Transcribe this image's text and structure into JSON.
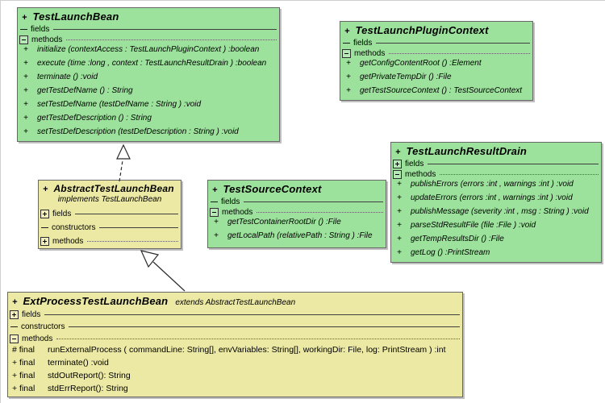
{
  "colors": {
    "interface_fill": "#9CE29C",
    "class_fill": "#ECE9A4",
    "box_border": "#676767",
    "text": "#000000"
  },
  "classes": [
    {
      "title_prefix": "+",
      "title": "TestLaunchBean",
      "sections": [
        {
          "label": "fields",
          "state": "collapsed",
          "icon": "dash"
        },
        {
          "label": "methods",
          "state": "expanded",
          "icon": "minus-box"
        }
      ],
      "methods": [
        {
          "vis": "+",
          "sig": "initialize (contextAccess : TestLaunchPluginContext ) :boolean"
        },
        {
          "vis": "+",
          "sig": "execute (time :long ,  context : TestLaunchResultDrain ) :boolean"
        },
        {
          "vis": "+",
          "sig": "terminate () :void"
        },
        {
          "vis": "+",
          "sig": "getTestDefName () : String"
        },
        {
          "vis": "+",
          "sig": "setTestDefName (testDefName : String ) :void"
        },
        {
          "vis": "+",
          "sig": "getTestDefDescription () : String"
        },
        {
          "vis": "+",
          "sig": "setTestDefDescription (testDefDescription : String ) :void"
        }
      ]
    },
    {
      "title_prefix": "+",
      "title": "TestLaunchPluginContext",
      "sections": [
        {
          "label": "fields",
          "state": "collapsed",
          "icon": "dash"
        },
        {
          "label": "methods",
          "state": "expanded",
          "icon": "minus-box"
        }
      ],
      "methods": [
        {
          "vis": "+",
          "sig": "getConfigContentRoot () :Element"
        },
        {
          "vis": "+",
          "sig": "getPrivateTempDir () :File"
        },
        {
          "vis": "+",
          "sig": "getTestSourceContext () : TestSourceContext"
        }
      ]
    },
    {
      "title_prefix": "+",
      "title": "TestLaunchResultDrain",
      "sections": [
        {
          "label": "fields",
          "state": "collapsed",
          "icon": "plus-box"
        },
        {
          "label": "methods",
          "state": "expanded",
          "icon": "minus-box"
        }
      ],
      "methods": [
        {
          "vis": "+",
          "sig": "publishErrors (errors :int ,  warnings :int ) :void"
        },
        {
          "vis": "+",
          "sig": "updateErrors (errors :int ,  warnings :int ) :void"
        },
        {
          "vis": "+",
          "sig": "publishMessage (severity :int ,  msg : String ) :void"
        },
        {
          "vis": "+",
          "sig": "parseStdResultFile (file :File ) :void"
        },
        {
          "vis": "+",
          "sig": "getTempResultsDir () :File"
        },
        {
          "vis": "+",
          "sig": "getLog () :PrintStream"
        }
      ]
    },
    {
      "title_prefix": "+",
      "title": "AbstractTestLaunchBean",
      "subtitle": "implements  TestLaunchBean",
      "sections": [
        {
          "label": "fields",
          "state": "collapsed",
          "icon": "plus-box"
        },
        {
          "label": "constructors",
          "state": "collapsed",
          "icon": "dash"
        },
        {
          "label": "methods",
          "state": "collapsed",
          "icon": "plus-box"
        }
      ],
      "methods": []
    },
    {
      "title_prefix": "+",
      "title": "TestSourceContext",
      "sections": [
        {
          "label": "fields",
          "state": "collapsed",
          "icon": "dash"
        },
        {
          "label": "methods",
          "state": "expanded",
          "icon": "minus-box"
        }
      ],
      "methods": [
        {
          "vis": "+",
          "sig": "getTestContainerRootDir () :File"
        },
        {
          "vis": "+",
          "sig": "getLocalPath (relativePath : String ) :File"
        }
      ]
    },
    {
      "title_prefix": "+",
      "title": "ExtProcessTestLaunchBean",
      "extends_note": "extends  AbstractTestLaunchBean",
      "sections": [
        {
          "label": "fields",
          "state": "collapsed",
          "icon": "plus-box"
        },
        {
          "label": "constructors",
          "state": "collapsed",
          "icon": "dash"
        },
        {
          "label": "methods",
          "state": "expanded",
          "icon": "minus-box"
        }
      ],
      "methods": [
        {
          "vis": "# final",
          "sig": "runExternalProcess ( commandLine: String[],  envVariables: String[],  workingDir: File,  log: PrintStream ) :int"
        },
        {
          "vis": "+ final",
          "sig": "terminate() :void"
        },
        {
          "vis": "+ final",
          "sig": "stdOutReport(): String"
        },
        {
          "vis": "+ final",
          "sig": "stdErrReport(): String"
        }
      ]
    }
  ],
  "relations": [
    {
      "type": "implements",
      "from": "AbstractTestLaunchBean",
      "to": "TestLaunchBean",
      "line": "dashed"
    },
    {
      "type": "extends",
      "from": "ExtProcessTestLaunchBean",
      "to": "AbstractTestLaunchBean",
      "line": "solid"
    }
  ]
}
